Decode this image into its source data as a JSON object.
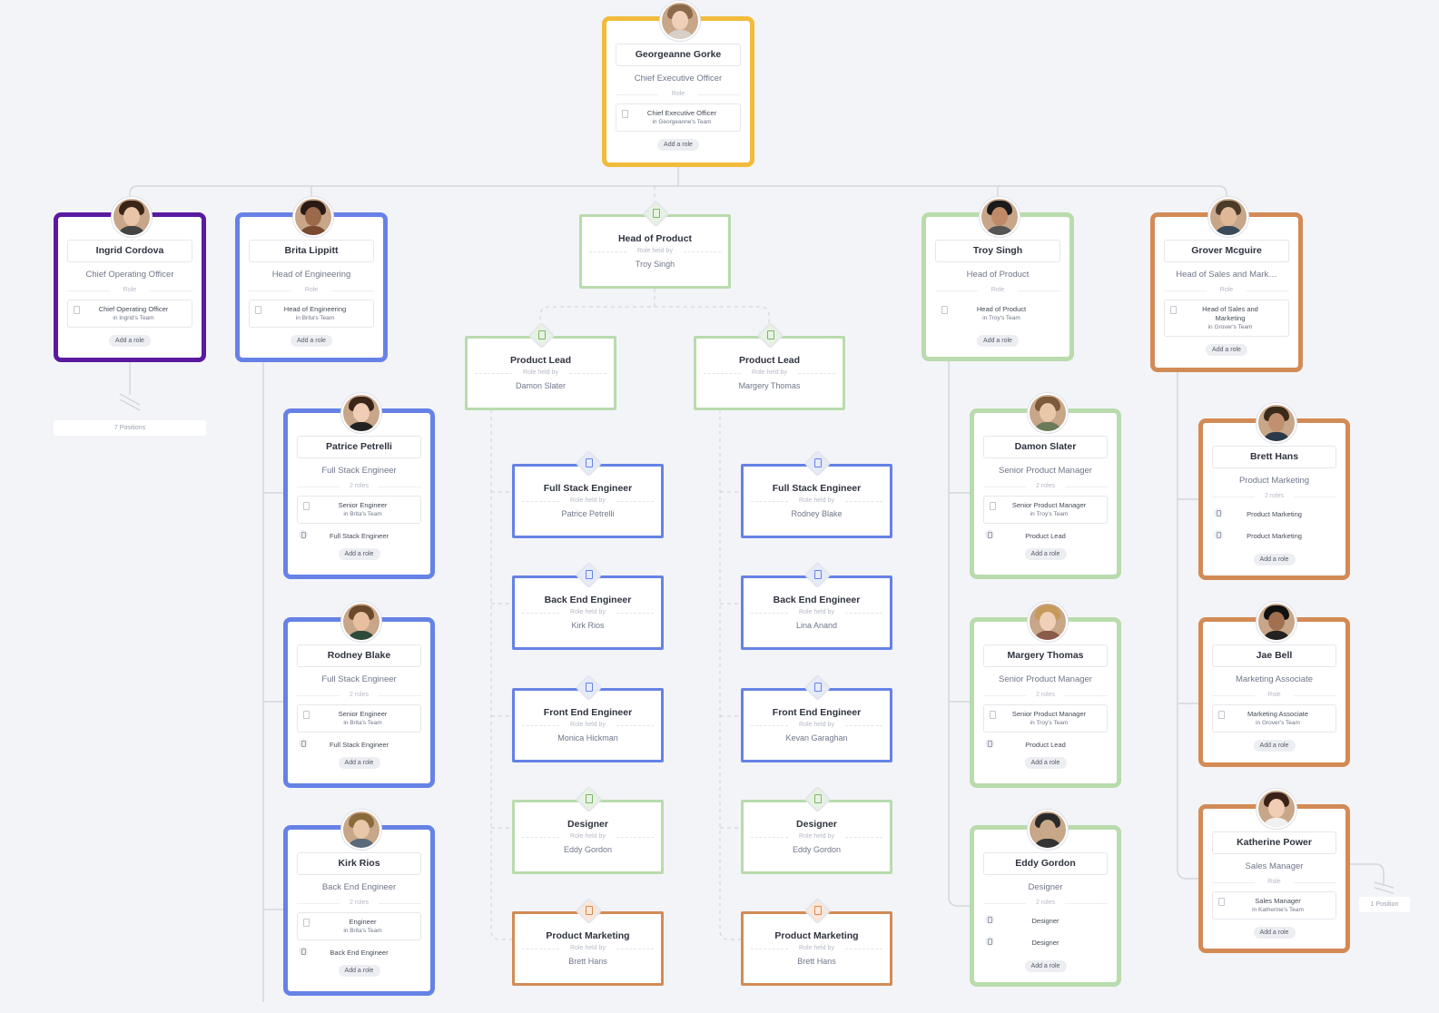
{
  "ceo": {
    "name": "Georgeanne Gorke",
    "title": "Chief Executive Officer",
    "divider": "Role",
    "role": "Chief Executive Officer",
    "team": "in Georgeanne's Team",
    "add": "Add a role"
  },
  "top_level": [
    {
      "key": "ingrid",
      "name": "Ingrid Cordova",
      "title": "Chief Operating Officer",
      "divider": "Role",
      "role": "Chief Operating Officer",
      "team": "in Ingrid's Team",
      "add": "Add a role"
    },
    {
      "key": "brita",
      "name": "Brita Lippitt",
      "title": "Head of Engineering",
      "divider": "Role",
      "role": "Head of Engineering",
      "team": "in Brita's Team",
      "add": "Add a role"
    },
    {
      "key": "troy",
      "name": "Troy Singh",
      "title": "Head of Product",
      "divider": "Role",
      "role": "Head of Product",
      "team": "in Troy's Team",
      "add": "Add a role"
    },
    {
      "key": "grover",
      "name": "Grover Mcguire",
      "title": "Head of Sales and Mark…",
      "divider": "Role",
      "role": "Head of Sales and Marketing",
      "team": "in Grover's Team",
      "add": "Add a role"
    }
  ],
  "ingrid_positions": "7 Positions",
  "katherine_positions": "1 Position",
  "engineering": [
    {
      "name": "Patrice Petrelli",
      "title": "Full Stack Engineer",
      "divider": "2 roles",
      "role": "Senior Engineer",
      "team": "in Brita's Team",
      "role2": "Full Stack Engineer",
      "add": "Add a role"
    },
    {
      "name": "Rodney Blake",
      "title": "Full Stack Engineer",
      "divider": "2 roles",
      "role": "Senior Engineer",
      "team": "in Brita's Team",
      "role2": "Full Stack Engineer",
      "add": "Add a role"
    },
    {
      "name": "Kirk Rios",
      "title": "Back End Engineer",
      "divider": "2 roles",
      "role": "Engineer",
      "team": "in Brita's Team",
      "role2": "Back End Engineer",
      "add": "Add a role"
    }
  ],
  "product_people": [
    {
      "name": "Damon Slater",
      "title": "Senior Product Manager",
      "divider": "2 roles",
      "role": "Senior Product Manager",
      "team": "in Troy's Team",
      "role2": "Product Lead",
      "add": "Add a role"
    },
    {
      "name": "Margery Thomas",
      "title": "Senior Product Manager",
      "divider": "2 roles",
      "role": "Senior Product Manager",
      "team": "in Troy's Team",
      "role2": "Product Lead",
      "add": "Add a role"
    },
    {
      "name": "Eddy Gordon",
      "title": "Designer",
      "divider": "2 roles",
      "role_a": "Designer",
      "role_b": "Designer",
      "add": "Add a role"
    }
  ],
  "sales_people": [
    {
      "name": "Brett Hans",
      "title": "Product Marketing",
      "divider": "2 roles",
      "role_a": "Product Marketing",
      "role_b": "Product Marketing",
      "add": "Add a role"
    },
    {
      "name": "Jae Bell",
      "title": "Marketing Associate",
      "divider": "Role",
      "role": "Marketing Associate",
      "team": "in Grover's Team",
      "add": "Add a role"
    },
    {
      "name": "Katherine Power",
      "title": "Sales Manager",
      "divider": "Role",
      "role": "Sales Manager",
      "team": "in Katherine's Team",
      "add": "Add a role"
    }
  ],
  "roles": {
    "head_of_product": {
      "title": "Head of Product",
      "held": "Role held by",
      "person": "Troy Singh"
    },
    "lead_left": {
      "title": "Product Lead",
      "held": "Role held by",
      "person": "Damon Slater"
    },
    "lead_right": {
      "title": "Product Lead",
      "held": "Role held by",
      "person": "Margery Thomas"
    },
    "left": [
      {
        "title": "Full Stack Engineer",
        "held": "Role held by",
        "person": "Patrice Petrelli"
      },
      {
        "title": "Back End Engineer",
        "held": "Role held by",
        "person": "Kirk Rios"
      },
      {
        "title": "Front End Engineer",
        "held": "Role held by",
        "person": "Monica Hickman"
      },
      {
        "title": "Designer",
        "held": "Role held by",
        "person": "Eddy Gordon"
      },
      {
        "title": "Product Marketing",
        "held": "Role held by",
        "person": "Brett Hans"
      }
    ],
    "right": [
      {
        "title": "Full Stack Engineer",
        "held": "Role held by",
        "person": "Rodney Blake"
      },
      {
        "title": "Back End Engineer",
        "held": "Role held by",
        "person": "Lina Anand"
      },
      {
        "title": "Front End Engineer",
        "held": "Role held by",
        "person": "Kevan Garaghan"
      },
      {
        "title": "Designer",
        "held": "Role held by",
        "person": "Eddy Gordon"
      },
      {
        "title": "Product Marketing",
        "held": "Role held by",
        "person": "Brett Hans"
      }
    ]
  },
  "colors": {
    "purple": "#5a1aa0",
    "blue": "#6682e6",
    "green": "#b9dbad",
    "orange": "#d38b56",
    "yellow": "#f2bb3c",
    "line": "#d6d9e0"
  }
}
